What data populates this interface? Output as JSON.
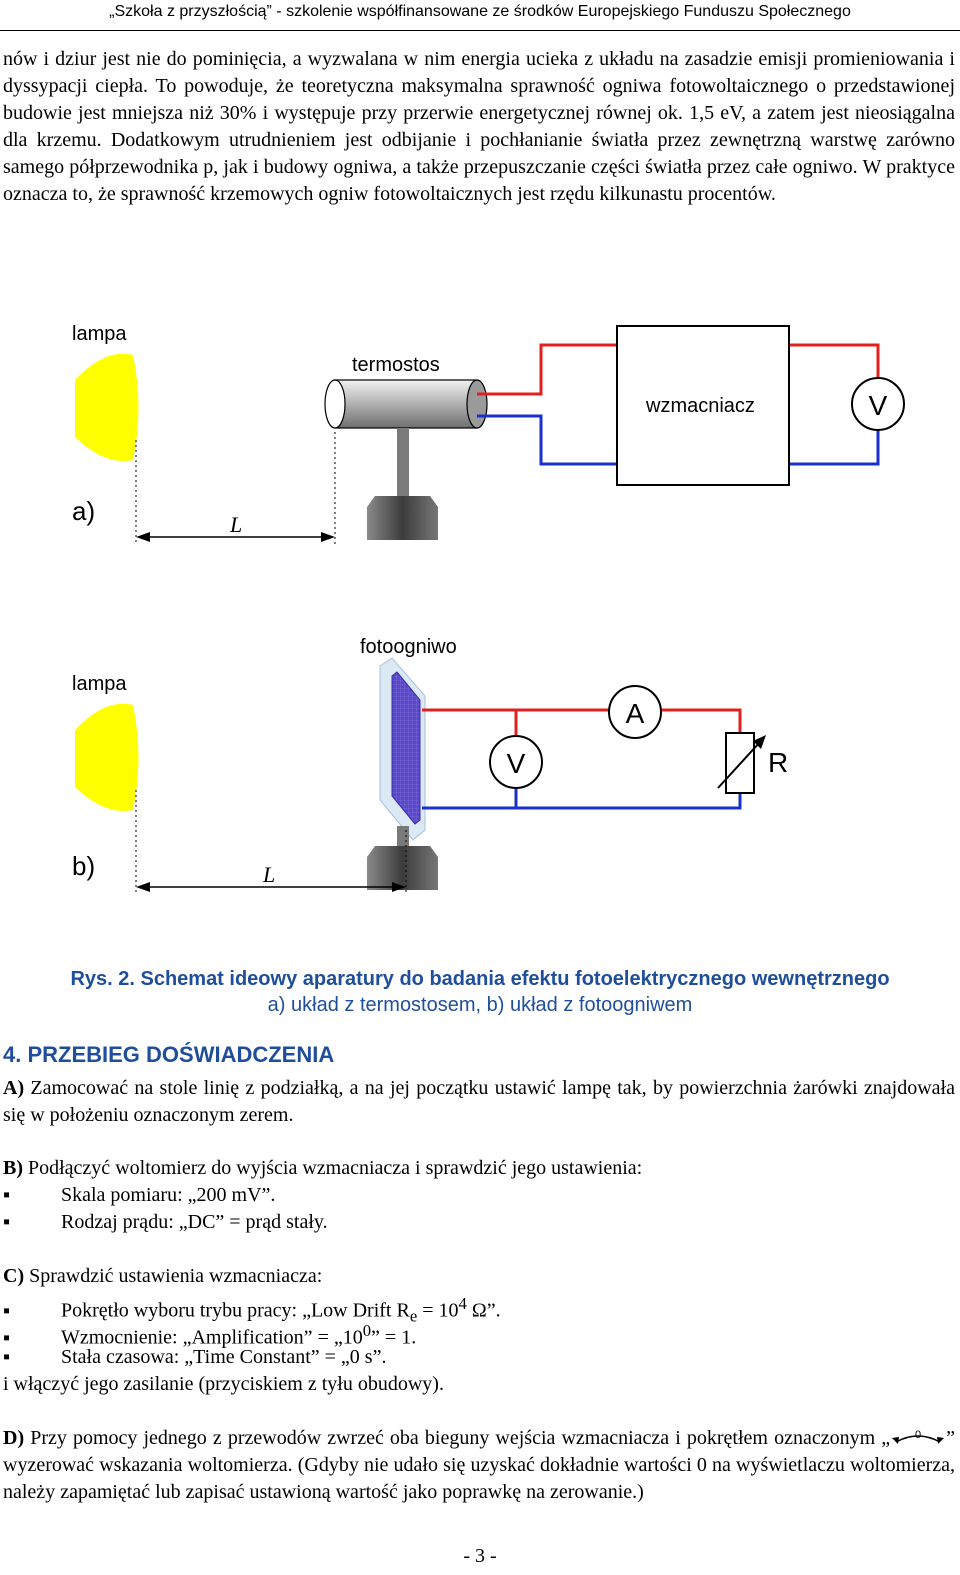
{
  "header": {
    "text": "„Szkoła z przyszłością” - szkolenie współfinansowane ze środków Europejskiego Funduszu Społecznego"
  },
  "intro": {
    "text": "nów i dziur jest nie do pominięcia, a wyzwalana w nim energia ucieka z układu na zasadzie emisji promieniowania i dyssypacji ciepła. To powoduje, że teoretyczna maksymalna sprawność ogniwa fotowoltaicznego o przedstawionej budowie jest mniejsza niż 30% i występuje przy przerwie energetycznej równej ok. 1,5 eV, a zatem jest nieosiągalna dla krzemu. Dodatkowym utrudnieniem jest odbijanie i pochłanianie światła przez zewnętrzną warstwę zarówno samego półprzewodnika p, jak i budowy ogniwa, a także przepuszczanie części światła przez całe ogniwo. W praktyce oznacza to, że sprawność krzemowych ogniw fotowoltaicznych jest rzędu kilkunastu procentów."
  },
  "diagram": {
    "a": {
      "part_label": "a)",
      "lamp_label": "lampa",
      "thermostat_label": "termostos",
      "amplifier_label": "wzmacniacz",
      "voltmeter_label": "V",
      "distance_label": "L"
    },
    "b": {
      "part_label": "b)",
      "lamp_label": "lampa",
      "cell_label": "fotoogniwo",
      "voltmeter_label": "V",
      "ammeter_label": "A",
      "resistor_label": "R",
      "distance_label": "L"
    },
    "colors": {
      "lamp": "#ffff00",
      "wire_positive": "#e02020",
      "wire_negative": "#1a2fd0",
      "cell": "#5a48c8",
      "stand": "#7a7a7a",
      "caption": "#1f4e9c"
    }
  },
  "caption": {
    "title": "Rys. 2. Schemat ideowy aparatury do badania efektu fotoelektrycznego wewnętrznego",
    "subtitle": "a) układ z termostosem, b) układ z fotoogniwem"
  },
  "section": {
    "title": "4. PRZEBIEG DOŚWIADCZENIA"
  },
  "steps": {
    "A": {
      "letter": "A)",
      "text": " Zamocować na stole linię z podziałką, a na jej początku ustawić lampę tak, by powierzchnia żarówki znajdowała się w położeniu oznaczonym zerem."
    },
    "B": {
      "letter": "B)",
      "text": " Podłączyć woltomierz do wyjścia wzmacniacza i sprawdzić jego ustawienia:",
      "bullets": [
        "Skala pomiaru: „200 mV”.",
        "Rodzaj prądu: „DC” = prąd stały."
      ]
    },
    "C": {
      "letter": "C)",
      "text": " Sprawdzić ustawienia wzmacniacza:",
      "b1_a": "Pokrętło wyboru trybu pracy: „Low Drift R",
      "b1_sub": "e",
      "b1_b": " = 10",
      "b1_sup": "4",
      "b1_c": " Ω”.",
      "b2_a": "Wzmocnienie: „Amplification” = „10",
      "b2_sup": "0",
      "b2_b": "” = 1.",
      "b3": "Stała czasowa: „Time Constant” = „0 s”.",
      "after": "i włączyć jego zasilanie (przyciskiem z tyłu obudowy)."
    },
    "D": {
      "letter": "D)",
      "text1": " Przy pomocy jednego z przewodów zwrzeć oba bieguny wejścia wzmacniacza i pokrętłem oznaczonym „",
      "knob_label": "0",
      "text2": "” wyzerować wskazania woltomierza. (Gdyby nie udało się uzyskać dokładnie wartości 0 na wyświetlaczu woltomierza, należy zapamiętać lub zapisać ustawioną wartość jako poprawkę na zerowanie.)"
    }
  },
  "footer": {
    "page": "- 3 -"
  },
  "bullet_mark": "▪"
}
